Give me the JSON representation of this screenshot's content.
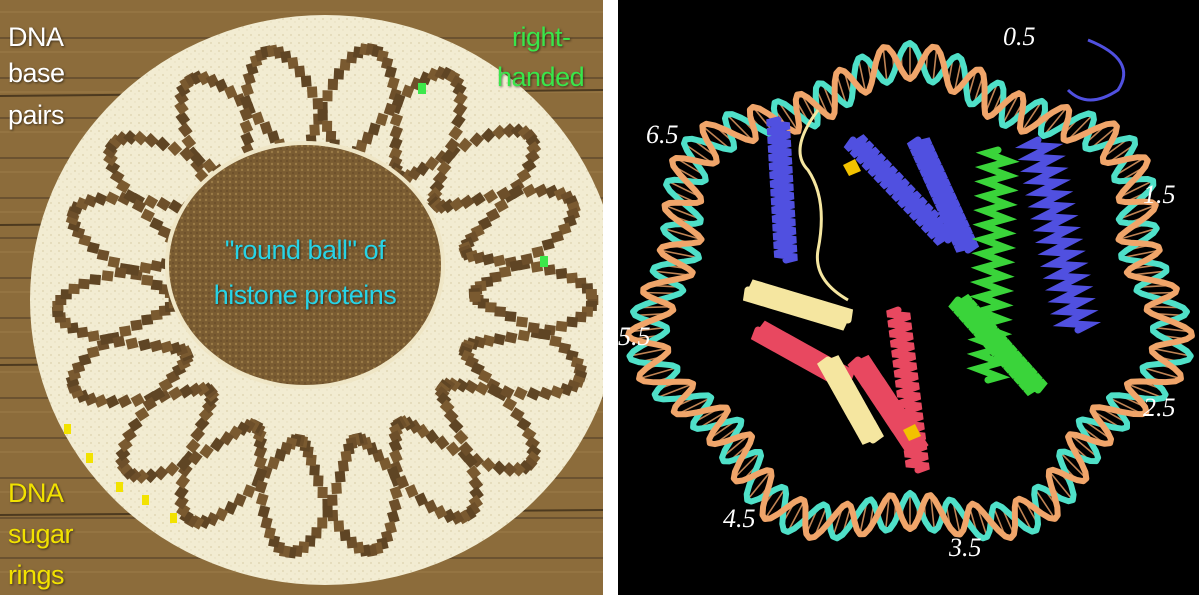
{
  "left_panel": {
    "labels": {
      "dna_base": "DNA",
      "base_word": "base",
      "pairs_word": "pairs",
      "right": "right-",
      "handed": "handed",
      "center_line1": "\"round ball\" of",
      "center_line2": "histone proteins",
      "dna_sugar": "DNA",
      "sugar_word": "sugar",
      "rings_word": "rings"
    },
    "colors": {
      "field": "#8a6b3a",
      "flattened_crop": "#f2ecd2",
      "crop_blocks": "#6d4f2a",
      "green_marker": "#3de84b",
      "yellow_marker": "#f2e200",
      "cyan_text": "#27d3e6"
    }
  },
  "right_panel": {
    "turn_labels": [
      "0.5",
      "1.5",
      "2.5",
      "3.5",
      "4.5",
      "5.5",
      "6.5"
    ],
    "colors": {
      "background": "#000000",
      "dna_strand_a": "#4fe0c8",
      "dna_strand_b": "#f0a56a",
      "histone_blue": "#5050e0",
      "histone_green": "#3ad43a",
      "histone_red": "#e84860",
      "histone_yellow": "#f5e6a0"
    }
  }
}
